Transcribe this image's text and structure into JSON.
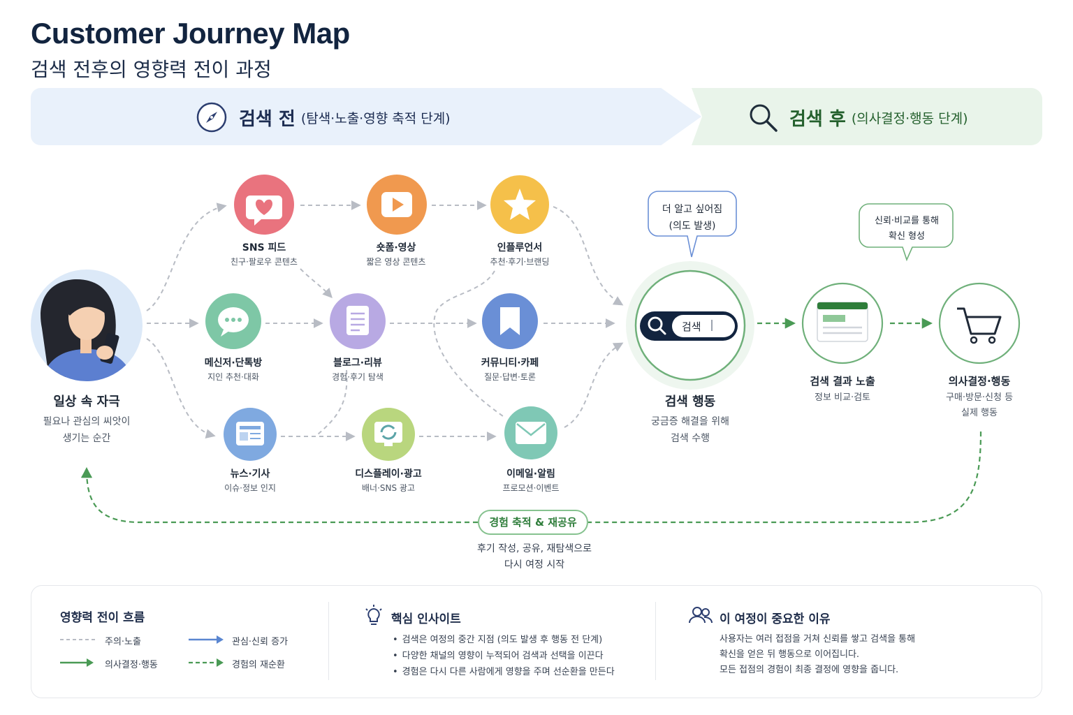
{
  "header": {
    "title": "Customer Journey Map",
    "subtitle": "검색 전후의 영향력 전이 과정"
  },
  "banners": {
    "before": {
      "main": "검색 전",
      "sub": "(탐색·노출·영향 축적 단계)"
    },
    "after": {
      "main": "검색 후",
      "sub": "(의사결정·행동 단계)"
    }
  },
  "start": {
    "label": "일상 속 자극",
    "desc": [
      "필요나 관심의 씨앗이",
      "생기는 순간"
    ]
  },
  "channels": {
    "sns": {
      "label": "SNS 피드",
      "desc": "친구·팔로우 콘텐츠",
      "color": "#e9737e"
    },
    "shorts": {
      "label": "숏폼·영상",
      "desc": "짧은 영상 콘텐츠",
      "color": "#f0994f"
    },
    "influencer": {
      "label": "인플루언서",
      "desc": "추천·후기·브랜딩",
      "color": "#f5c04a"
    },
    "messenger": {
      "label": "메신저·단톡방",
      "desc": "지인 추천·대화",
      "color": "#7ec7a6"
    },
    "blog": {
      "label": "블로그·리뷰",
      "desc": "경험·후기 탐색",
      "color": "#b8a9e3"
    },
    "community": {
      "label": "커뮤니티·카페",
      "desc": "질문·답변·토론",
      "color": "#6a8fd6"
    },
    "news": {
      "label": "뉴스·기사",
      "desc": "이슈·정보 인지",
      "color": "#7fa9e0"
    },
    "display": {
      "label": "디스플레이·광고",
      "desc": "배너·SNS 광고",
      "color": "#b9d67e"
    },
    "email": {
      "label": "이메일·알림",
      "desc": "프로모션·이벤트",
      "color": "#7fc8b5"
    }
  },
  "search": {
    "callout": [
      "더 알고 싶어짐",
      "(의도 발생)"
    ],
    "box_text": "검색",
    "label": "검색 행동",
    "desc": [
      "궁금증 해결을 위해",
      "검색 수행"
    ]
  },
  "results": {
    "label": "검색 결과 노출",
    "desc": "정보 비교·검토"
  },
  "decision": {
    "callout": [
      "신뢰·비교를 통해",
      "확신 형성"
    ],
    "label": "의사결정·행동",
    "desc": [
      "구매·방문·신청 등",
      "실제 행동"
    ]
  },
  "loop": {
    "pill": "경험 축적 & 재공유",
    "desc": [
      "후기 작성, 공유, 재탐색으로",
      "다시 여정 시작"
    ]
  },
  "panel": {
    "flow": {
      "title": "영향력 전이 흐름",
      "legend": [
        "주의·노출",
        "관심·신뢰 증가",
        "의사결정·행동",
        "경험의 재순환"
      ]
    },
    "insight": {
      "title": "핵심 인사이트",
      "items": [
        "검색은 여정의 중간 지점 (의도 발생 후 행동 전 단계)",
        "다양한 채널의 영향이 누적되어 검색과 선택을 이끈다",
        "경험은 다시 다른 사람에게 영향을 주며 선순환을 만든다"
      ]
    },
    "why": {
      "title": "이 여정이 중요한 이유",
      "lines": [
        "사용자는 여러 접점을 거쳐 신뢰를 쌓고 검색을 통해",
        "확신을 얻은 뒤 행동으로 이어집니다.",
        "모든 접점의 경험이 최종 결정에 영향을 줍니다."
      ]
    }
  },
  "colors": {
    "navy": "#12243f",
    "green": "#4a9a55",
    "gray_dash": "#b8bcc4",
    "blue_arrow": "#5a86d0"
  }
}
